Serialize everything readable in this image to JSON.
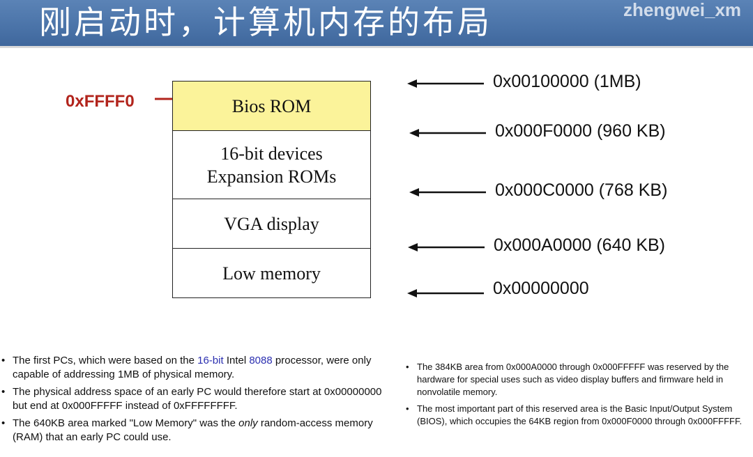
{
  "header": {
    "title": "刚启动时，计算机内存的布局",
    "watermark": "zhengwei_xm"
  },
  "diagram": {
    "pointer": {
      "label": "0xFFFF0",
      "color": "#b2241c"
    },
    "blocks": [
      {
        "lines": [
          "Bios ROM"
        ],
        "fill": "#fbf39a"
      },
      {
        "lines": [
          "16-bit devices",
          "Expansion ROMs"
        ]
      },
      {
        "lines": [
          "VGA display"
        ]
      },
      {
        "lines": [
          "Low memory"
        ]
      }
    ],
    "addresses": [
      "0x00100000  (1MB)",
      "0x000F0000  (960 KB)",
      "0x000C0000  (768 KB)",
      "0x000A0000  (640 KB)",
      "0x00000000"
    ]
  },
  "notes_left": [
    {
      "a": "The first PCs, which were based on the ",
      "hl1": "16-bit",
      "b": " Intel ",
      "hl2": "8088",
      "c": " processor, were only capable of addressing 1MB of physical memory."
    },
    {
      "text": " The physical address space of an early PC would therefore start at 0x00000000 but end at 0x000FFFFF instead of 0xFFFFFFFF."
    },
    {
      "a": "The 640KB area marked \"Low Memory\" was the ",
      "it": "only",
      "b": " random-access memory (RAM) that an early PC could use."
    }
  ],
  "notes_right": [
    "The 384KB area from 0x000A0000 through 0x000FFFFF was reserved by the hardware for special uses such as video display buffers and firmware held in nonvolatile memory.",
    "The most important part of this reserved area is the Basic Input/Output System (BIOS), which occupies the 64KB region from 0x000F0000 through 0x000FFFFF."
  ],
  "bullet_glyph": "•"
}
